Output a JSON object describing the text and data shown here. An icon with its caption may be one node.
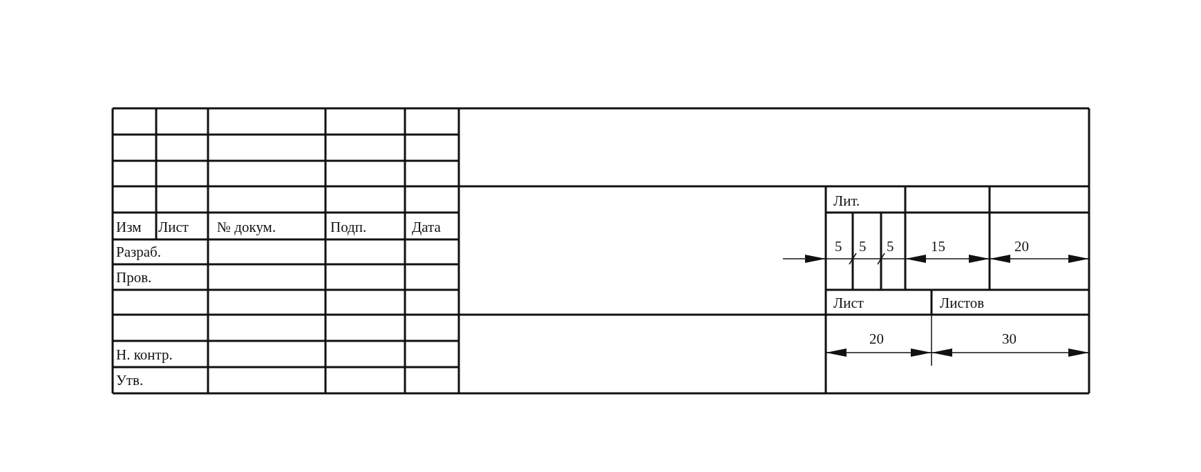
{
  "diagram": {
    "labels": [
      "Лит.",
      "Изм",
      "Лист",
      "№ докум.",
      "Подп.",
      "Дата",
      "5",
      "5",
      "5",
      "15",
      "20",
      "Разраб.",
      "Пров.",
      "Лист",
      "Листов",
      "20",
      "30",
      "Н. контр.",
      "Утв."
    ]
  }
}
